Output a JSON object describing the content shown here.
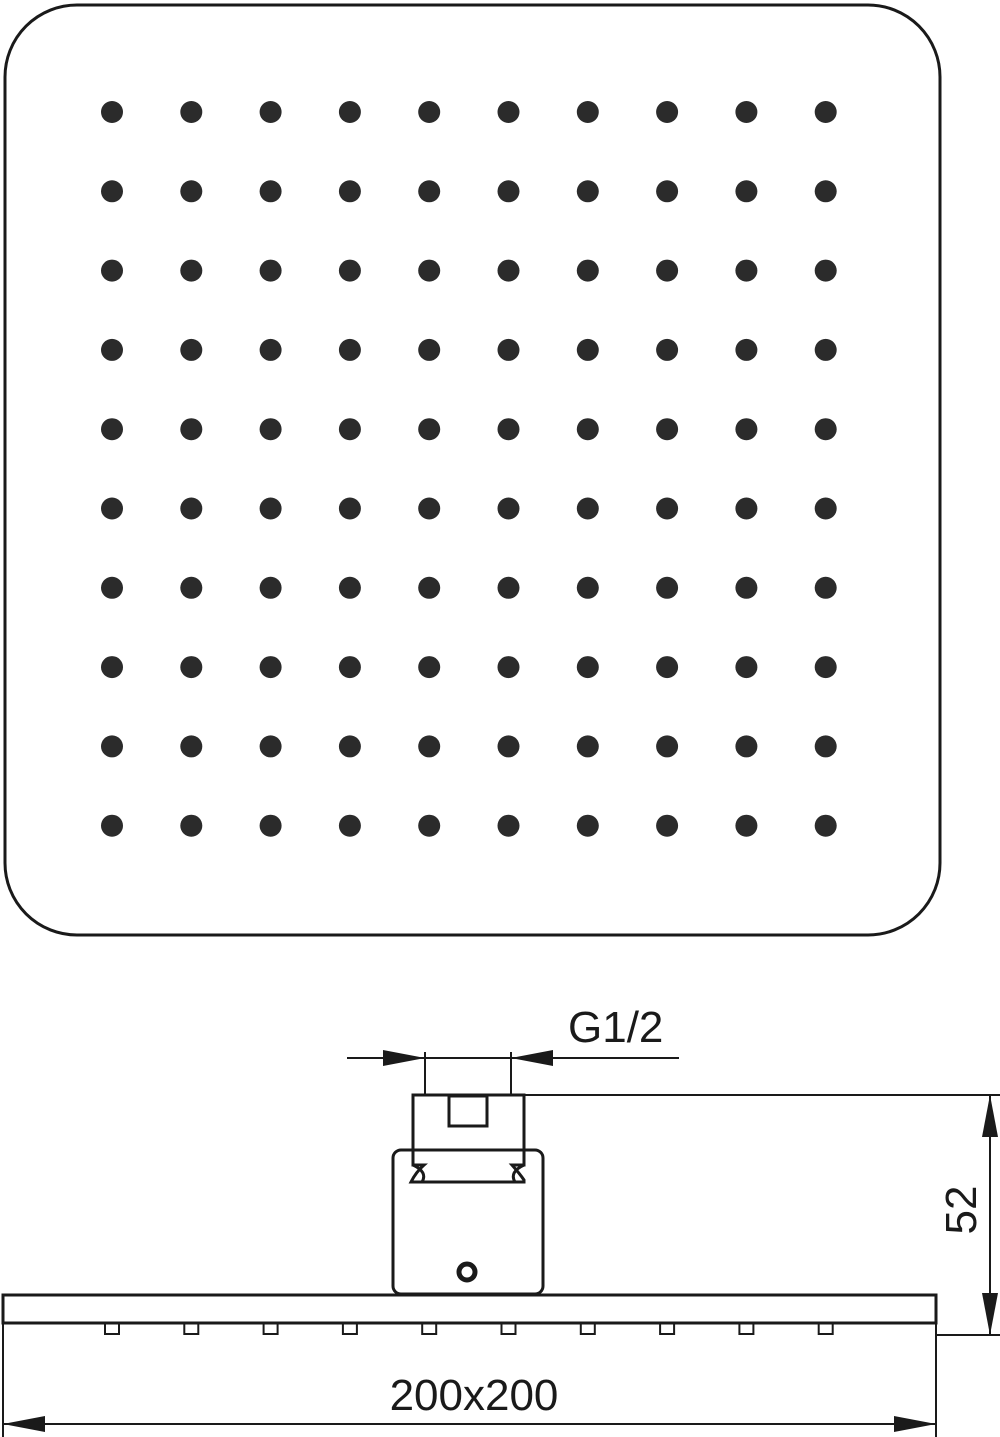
{
  "top_view": {
    "nozzle_rows": 10,
    "nozzle_cols": 10
  },
  "side_view": {
    "nozzle_count": 10
  },
  "dimensions": {
    "thread": "G1/2",
    "height": "52",
    "size": "200x200"
  },
  "colors": {
    "line": "#1a1a1a",
    "nozzle": "#2b2b2b",
    "background": "#ffffff"
  }
}
